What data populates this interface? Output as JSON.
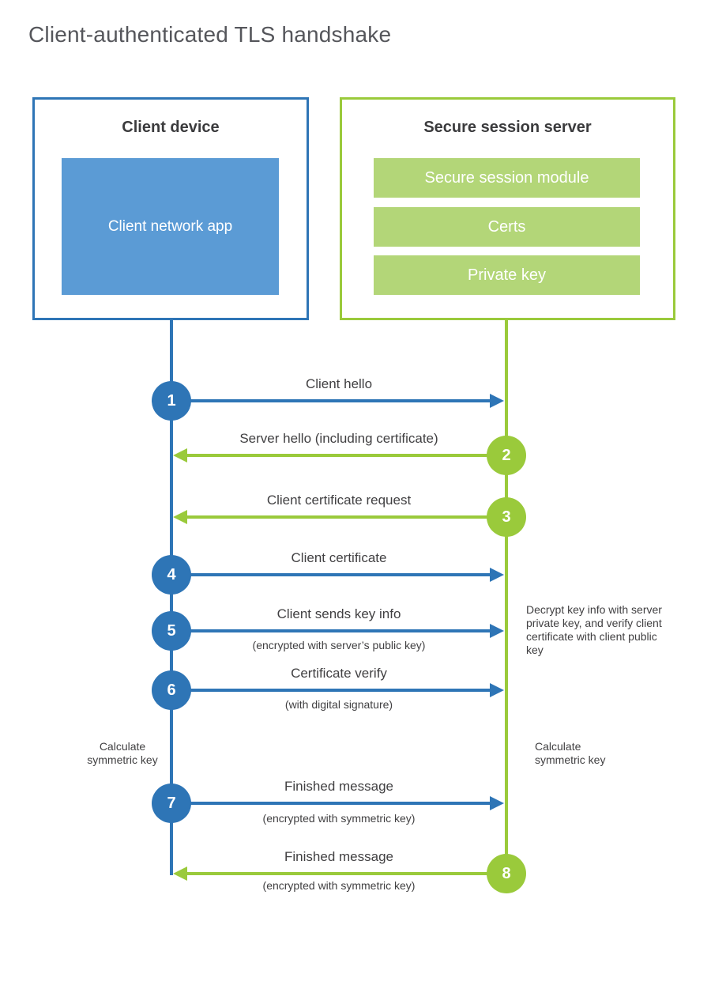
{
  "title": "Client-authenticated TLS handshake",
  "colors": {
    "blue_accent": "#2e75b6",
    "blue_light": "#5b9bd5",
    "green_accent": "#9aca3b",
    "green_light": "#b3d678",
    "label_text": "#414042",
    "heading_text": "#3b3b3d",
    "title_text": "#55565b"
  },
  "client_box": {
    "title": "Client device",
    "app_label": "Client network app"
  },
  "server_box": {
    "title": "Secure session server",
    "modules": [
      "Secure session module",
      "Certs",
      "Private key"
    ]
  },
  "arrows": [
    {
      "number": "1",
      "label": "Client hello",
      "direction": "right",
      "from": "client"
    },
    {
      "number": "2",
      "label": "Server hello (including certificate)",
      "direction": "left",
      "from": "server"
    },
    {
      "number": "3",
      "label": "Client certificate request",
      "direction": "left",
      "from": "server"
    },
    {
      "number": "4",
      "label": "Client certificate",
      "direction": "right",
      "from": "client"
    },
    {
      "number": "5",
      "label": "Client sends key info",
      "sublabel": "(encrypted with server’s public key)",
      "direction": "right",
      "from": "client"
    },
    {
      "number": "6",
      "label": "Certificate verify",
      "sublabel": "(with digital signature)",
      "direction": "right",
      "from": "client"
    },
    {
      "number": "7",
      "label": "Finished message",
      "sublabel": "(encrypted with symmetric key)",
      "direction": "right",
      "from": "client"
    },
    {
      "number": "8",
      "label": "Finished message",
      "sublabel": "(encrypted with symmetric key)",
      "direction": "left",
      "from": "server"
    }
  ],
  "annotations": {
    "decrypt_note": "Decrypt key info with server private key, and verify client certificate with client public key",
    "calculate_left": "Calculate symmetric key",
    "calculate_right": "Calculate symmetric key"
  }
}
